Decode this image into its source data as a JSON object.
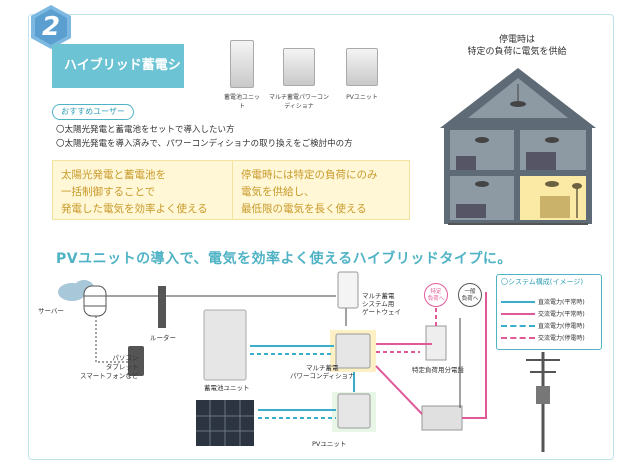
{
  "badge": {
    "number": "2"
  },
  "section": {
    "title": "ハイブリッド蓄電システム"
  },
  "products": [
    {
      "label": "蓄電池ユニット"
    },
    {
      "label": "マルチ蓄電パワーコンディショナ"
    },
    {
      "label": "PVユニット"
    }
  ],
  "recommend": {
    "tag": "おすすめユーザー",
    "lines": [
      "〇太陽光発電と蓄電池をセットで導入したい方",
      "〇太陽光発電を導入済みで、パワーコンディショナの取り換えをご検討中の方"
    ]
  },
  "features": [
    {
      "text": "太陽光発電と蓄電池を\n一括制御することで\n発電した電気を効率よく使える"
    },
    {
      "text": "停電時には特定の負荷にのみ\n電気を供給し、\n最低限の電気を長く使える"
    }
  ],
  "house": {
    "caption_line1": "停電時は",
    "caption_line2": "特定の負荷に電気を供給"
  },
  "headline": "PVユニットの導入で、電気を効率よく使えるハイブリッドタイプに。",
  "diagram": {
    "server": "サーバー",
    "router": "ルーター",
    "devices_line1": "パソコン",
    "devices_line2": "タブレット",
    "devices_line3": "スマートフォンなど",
    "gateway_line1": "マルチ蓄電",
    "gateway_line2": "システム用",
    "gateway_line3": "ゲートウェイ",
    "battery": "蓄電池ユニット",
    "pcs_line1": "マルチ蓄電",
    "pcs_line2": "パワーコンディショナ",
    "pv": "PVユニット",
    "load_panel": "特定負荷用分電盤",
    "specific_load_line1": "特定",
    "specific_load_line2": "負荷へ",
    "general_load_line1": "一般",
    "general_load_line2": "負荷へ"
  },
  "legend": {
    "title": "〇システム構成(イメージ)",
    "items": [
      {
        "label": "直流電力(平常時)",
        "color": "#3aaecb",
        "style": "solid"
      },
      {
        "label": "交流電力(平常時)",
        "color": "#e05a9a",
        "style": "solid"
      },
      {
        "label": "直流電力(停電時)",
        "color": "#3aaecb",
        "style": "dashed"
      },
      {
        "label": "交流電力(停電時)",
        "color": "#e05a9a",
        "style": "dashed"
      }
    ]
  },
  "colors": {
    "accent": "#4fb3c5",
    "feature_text": "#c89a2a",
    "ac": "#e05a9a",
    "dc": "#3aaecb"
  }
}
